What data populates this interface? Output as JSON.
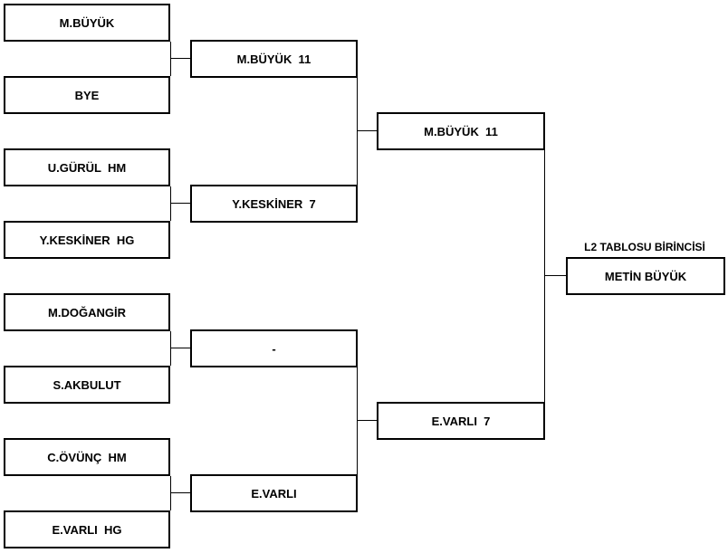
{
  "round1": [
    "M.BÜYÜK",
    "BYE",
    "U.GÜRÜL  HM",
    "Y.KESKİNER  HG",
    "M.DOĞANGİR",
    "S.AKBULUT",
    "C.ÖVÜNÇ  HM",
    "E.VARLI  HG"
  ],
  "round2": [
    "M.BÜYÜK  11",
    "Y.KESKİNER  7",
    "-",
    "E.VARLI"
  ],
  "round3": [
    "M.BÜYÜK  11",
    "E.VARLI  7"
  ],
  "final": {
    "title": "L2 TABLOSU BİRİNCİSİ",
    "winner": "METİN BÜYÜK"
  }
}
